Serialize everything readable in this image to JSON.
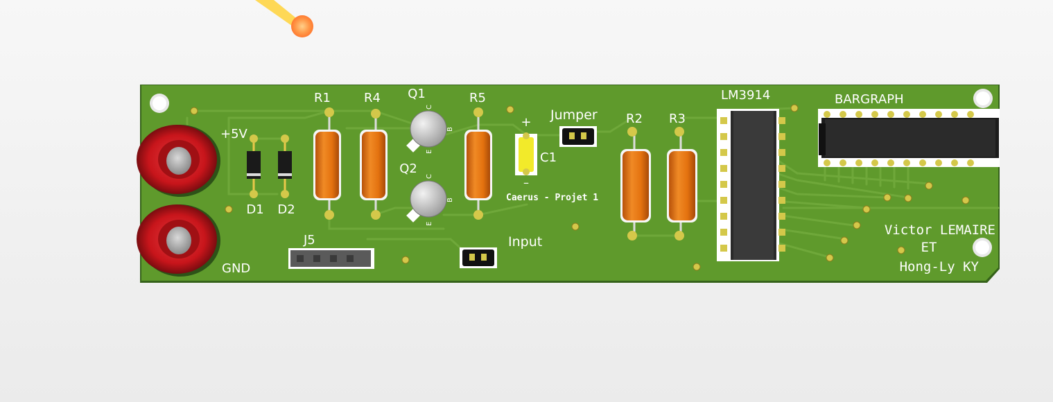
{
  "board": {
    "colors": {
      "pcb": "#5f9a2c",
      "copper_trace": "#6fa83a",
      "silkscreen": "#ffffff",
      "resistor_body": "#e4720f",
      "banana_jack": "#c8151b",
      "ic_body": "#2a2a2a"
    },
    "labels": {
      "r1": "R1",
      "r4": "R4",
      "q1": "Q1",
      "r5": "R5",
      "q2": "Q2",
      "c1": "C1",
      "c1_plus": "+",
      "c1_minus": "–",
      "jumper": "Jumper",
      "r2": "R2",
      "r3": "R3",
      "lm3914": "LM3914",
      "bargraph": "BARGRAPH",
      "plus5v": "+5V",
      "gnd": "GND",
      "d1": "D1",
      "d2": "D2",
      "j5": "J5",
      "input": "Input",
      "project": "Caerus - Projet 1",
      "author1": "Victor LEMAIRE",
      "et": "ET",
      "author2": "Hong-Ly KY",
      "pin_c": "C",
      "pin_b": "B",
      "pin_e": "E"
    }
  }
}
